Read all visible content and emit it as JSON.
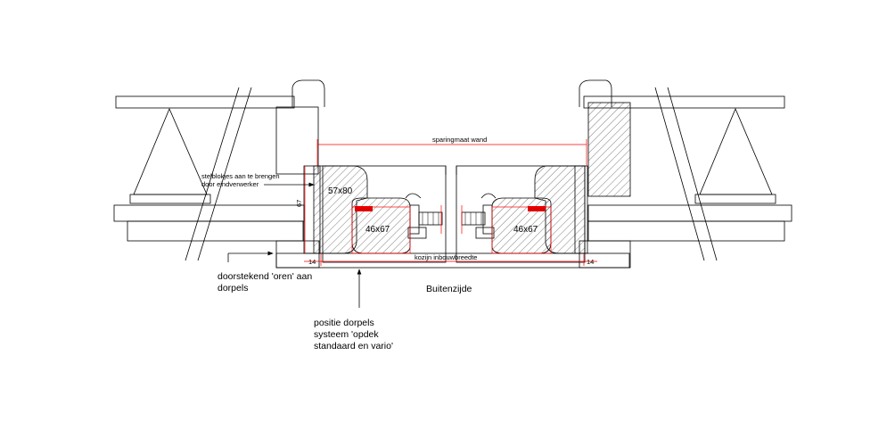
{
  "labels": {
    "sparingmaat": "sparingmaat wand",
    "stelblokjes_1": "stelblokjes aan te brengen",
    "stelblokjes_2": "door eindverwerker",
    "dim_57x80": "57x80",
    "dim_67": "67",
    "dim_46x67_left": "46x67",
    "dim_46x67_right": "46x67",
    "kozijn": "kozijn inbouwbreedte",
    "dim_14_left": "14",
    "dim_14_right": "14",
    "doorstekend_1": "doorstekend 'oren' aan",
    "doorstekend_2": "dorpels",
    "buitenzijde": "Buitenzijde",
    "positie_1": "positie dorpels",
    "positie_2": "systeem 'opdek",
    "positie_3": "standaard en vario'"
  },
  "colors": {
    "line": "#000000",
    "dimension": "#ff0000",
    "seal": "#e00000"
  }
}
